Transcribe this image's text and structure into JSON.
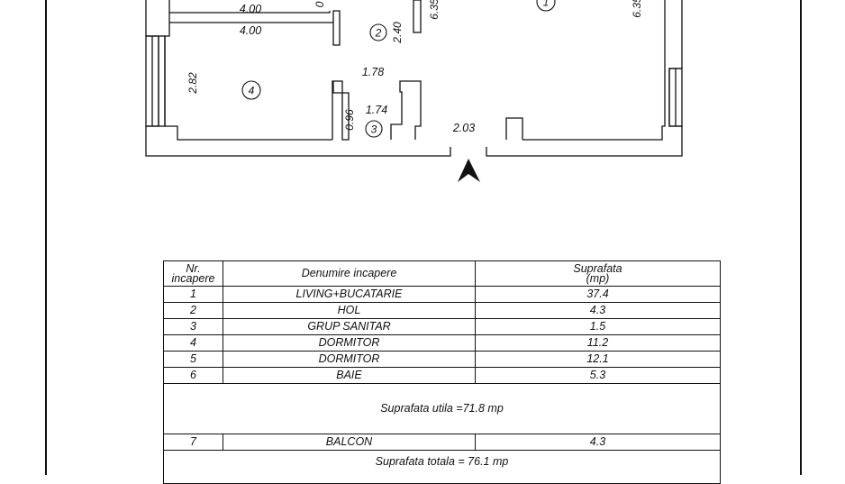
{
  "plan": {
    "dims": {
      "d_400_top": "4.00",
      "d_400": "4.00",
      "d_0_top": "0",
      "d_635_a": "6.35",
      "d_240": "2.40",
      "d_635_b": "6.35",
      "d_282": "2.82",
      "d_178": "1.78",
      "d_096": "0.96",
      "d_174": "1.74",
      "d_203": "2.03"
    },
    "room_numbers": {
      "r1": "1",
      "r2": "2",
      "r3": "3",
      "r4": "4"
    },
    "north_icon": "north-arrow-icon"
  },
  "table": {
    "header": {
      "nr_line1": "Nr.",
      "nr_line2": "incapere",
      "name": "Denumire incapere",
      "area_line1": "Suprafata",
      "area_line2": "(mp)"
    },
    "rows": [
      {
        "nr": "1",
        "name": "LIVING+BUCATARIE",
        "area": "37.4"
      },
      {
        "nr": "2",
        "name": "HOL",
        "area": "4.3"
      },
      {
        "nr": "3",
        "name": "GRUP SANITAR",
        "area": "1.5"
      },
      {
        "nr": "4",
        "name": "DORMITOR",
        "area": "11.2"
      },
      {
        "nr": "5",
        "name": "DORMITOR",
        "area": "12.1"
      },
      {
        "nr": "6",
        "name": "BAIE",
        "area": "5.3"
      }
    ],
    "useful_area": "Suprafata utila =71.8 mp",
    "balcony": {
      "nr": "7",
      "name": "BALCON",
      "area": "4.3"
    },
    "total_area": "Suprafata totala = 76.1 mp"
  }
}
